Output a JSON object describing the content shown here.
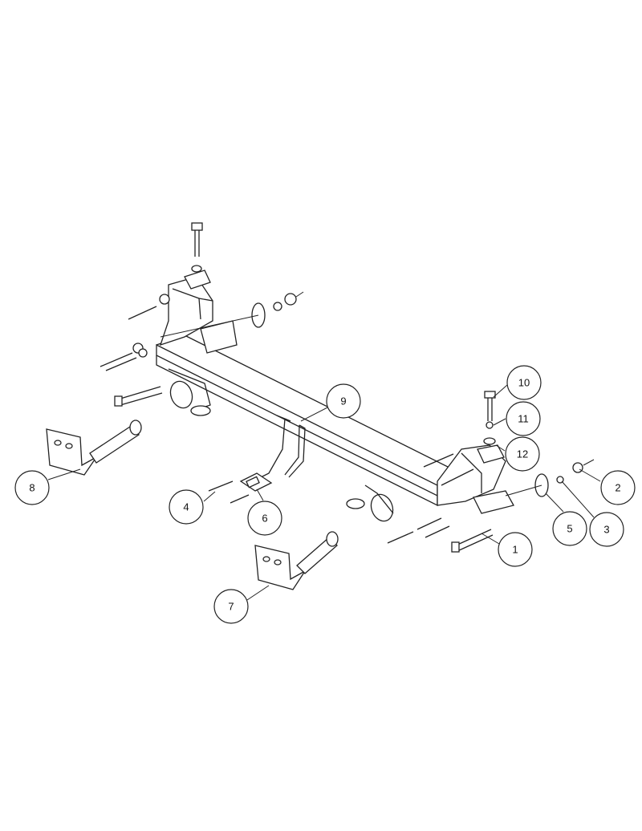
{
  "diagram": {
    "title": "Tow bar exploded parts diagram",
    "callouts": [
      {
        "label": "1"
      },
      {
        "label": "2"
      },
      {
        "label": "3"
      },
      {
        "label": "4"
      },
      {
        "label": "5"
      },
      {
        "label": "6"
      },
      {
        "label": "7"
      },
      {
        "label": "8"
      },
      {
        "label": "9"
      },
      {
        "label": "10"
      },
      {
        "label": "11"
      },
      {
        "label": "12"
      }
    ]
  }
}
